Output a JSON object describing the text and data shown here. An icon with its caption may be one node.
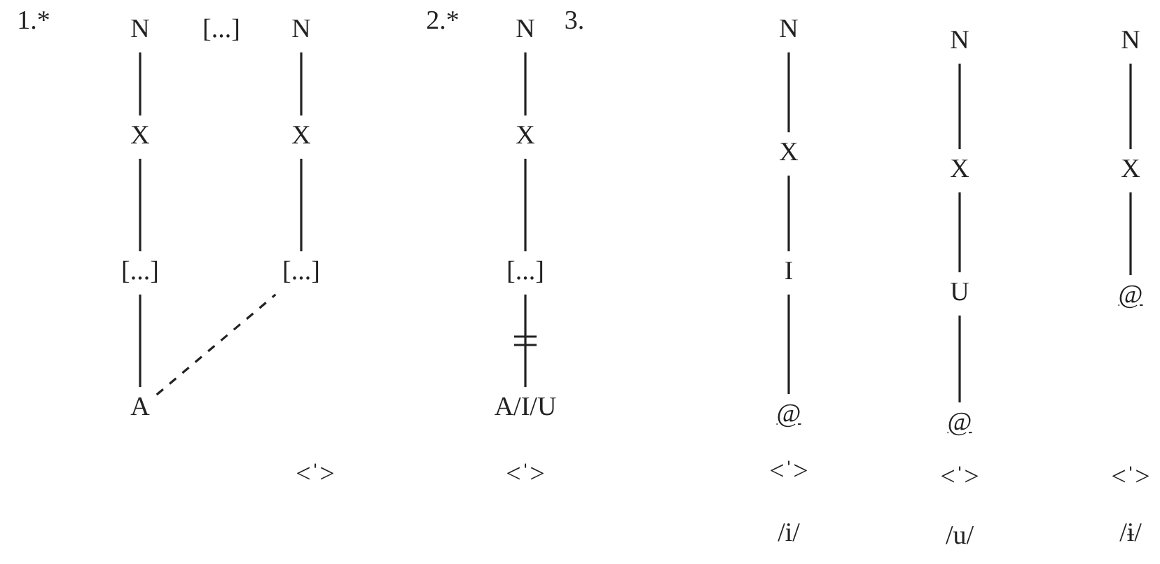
{
  "diagram": {
    "nodes": [
      {
        "text": [
          "N"
        ]
      },
      {
        "text": [
          "X"
        ]
      },
      {
        "text": [
          "[...]"
        ]
      },
      {
        "text": [
          "A"
        ]
      },
      {
        "text": [
          "N"
        ]
      },
      {
        "text": [
          "X"
        ]
      },
      {
        "text": [
          "[...]"
        ]
      },
      {
        "text": [
          "N"
        ]
      },
      {
        "text": [
          "X"
        ]
      },
      {
        "text": [
          "[...]"
        ]
      },
      {
        "text": [
          "A/I/U"
        ]
      },
      {
        "text": [
          "N"
        ]
      },
      {
        "text": [
          "X"
        ]
      },
      {
        "text": [
          "I"
        ]
      },
      {
        "text": [
          "@"
        ]
      },
      {
        "text": [
          "N"
        ]
      },
      {
        "text": [
          "X"
        ]
      },
      {
        "text": [
          "U"
        ]
      },
      {
        "text": [
          "@"
        ]
      },
      {
        "text": [
          "N"
        ]
      },
      {
        "text": [
          "X"
        ]
      },
      {
        "text": [
          "@"
        ]
      }
    ],
    "edges": [
      {
        "from": 0,
        "to": 1,
        "arrow": "none"
      },
      {
        "from": 1,
        "to": 2,
        "arrow": "none"
      },
      {
        "from": 2,
        "to": 3,
        "arrow": "none"
      },
      {
        "from": 4,
        "to": 5,
        "arrow": "none"
      },
      {
        "from": 5,
        "to": 6,
        "arrow": "none"
      },
      {
        "from": 3,
        "to": 6,
        "arrow": "none",
        "style": "dashed"
      },
      {
        "from": 7,
        "to": 8,
        "arrow": "none"
      },
      {
        "from": 8,
        "to": 9,
        "arrow": "none"
      },
      {
        "from": 9,
        "to": 10,
        "arrow": "none"
      },
      {
        "from": 11,
        "to": 12,
        "arrow": "none"
      },
      {
        "from": 12,
        "to": 13,
        "arrow": "none"
      },
      {
        "from": 13,
        "to": 14,
        "arrow": "none"
      },
      {
        "from": 15,
        "to": 16,
        "arrow": "none"
      },
      {
        "from": 16,
        "to": 17,
        "arrow": "none"
      },
      {
        "from": 17,
        "to": 18,
        "arrow": "none"
      },
      {
        "from": 19,
        "to": 20,
        "arrow": "none"
      },
      {
        "from": 20,
        "to": 21,
        "arrow": "none"
      }
    ],
    "labels": [
      "1.*",
      "[...]",
      "2.*",
      "3.",
      "<ˈ>",
      "<ˈ>",
      "<ˈ>",
      "<ˈ>",
      "<ˈ>",
      "/i/",
      "/u/",
      "/ɨ/"
    ]
  }
}
